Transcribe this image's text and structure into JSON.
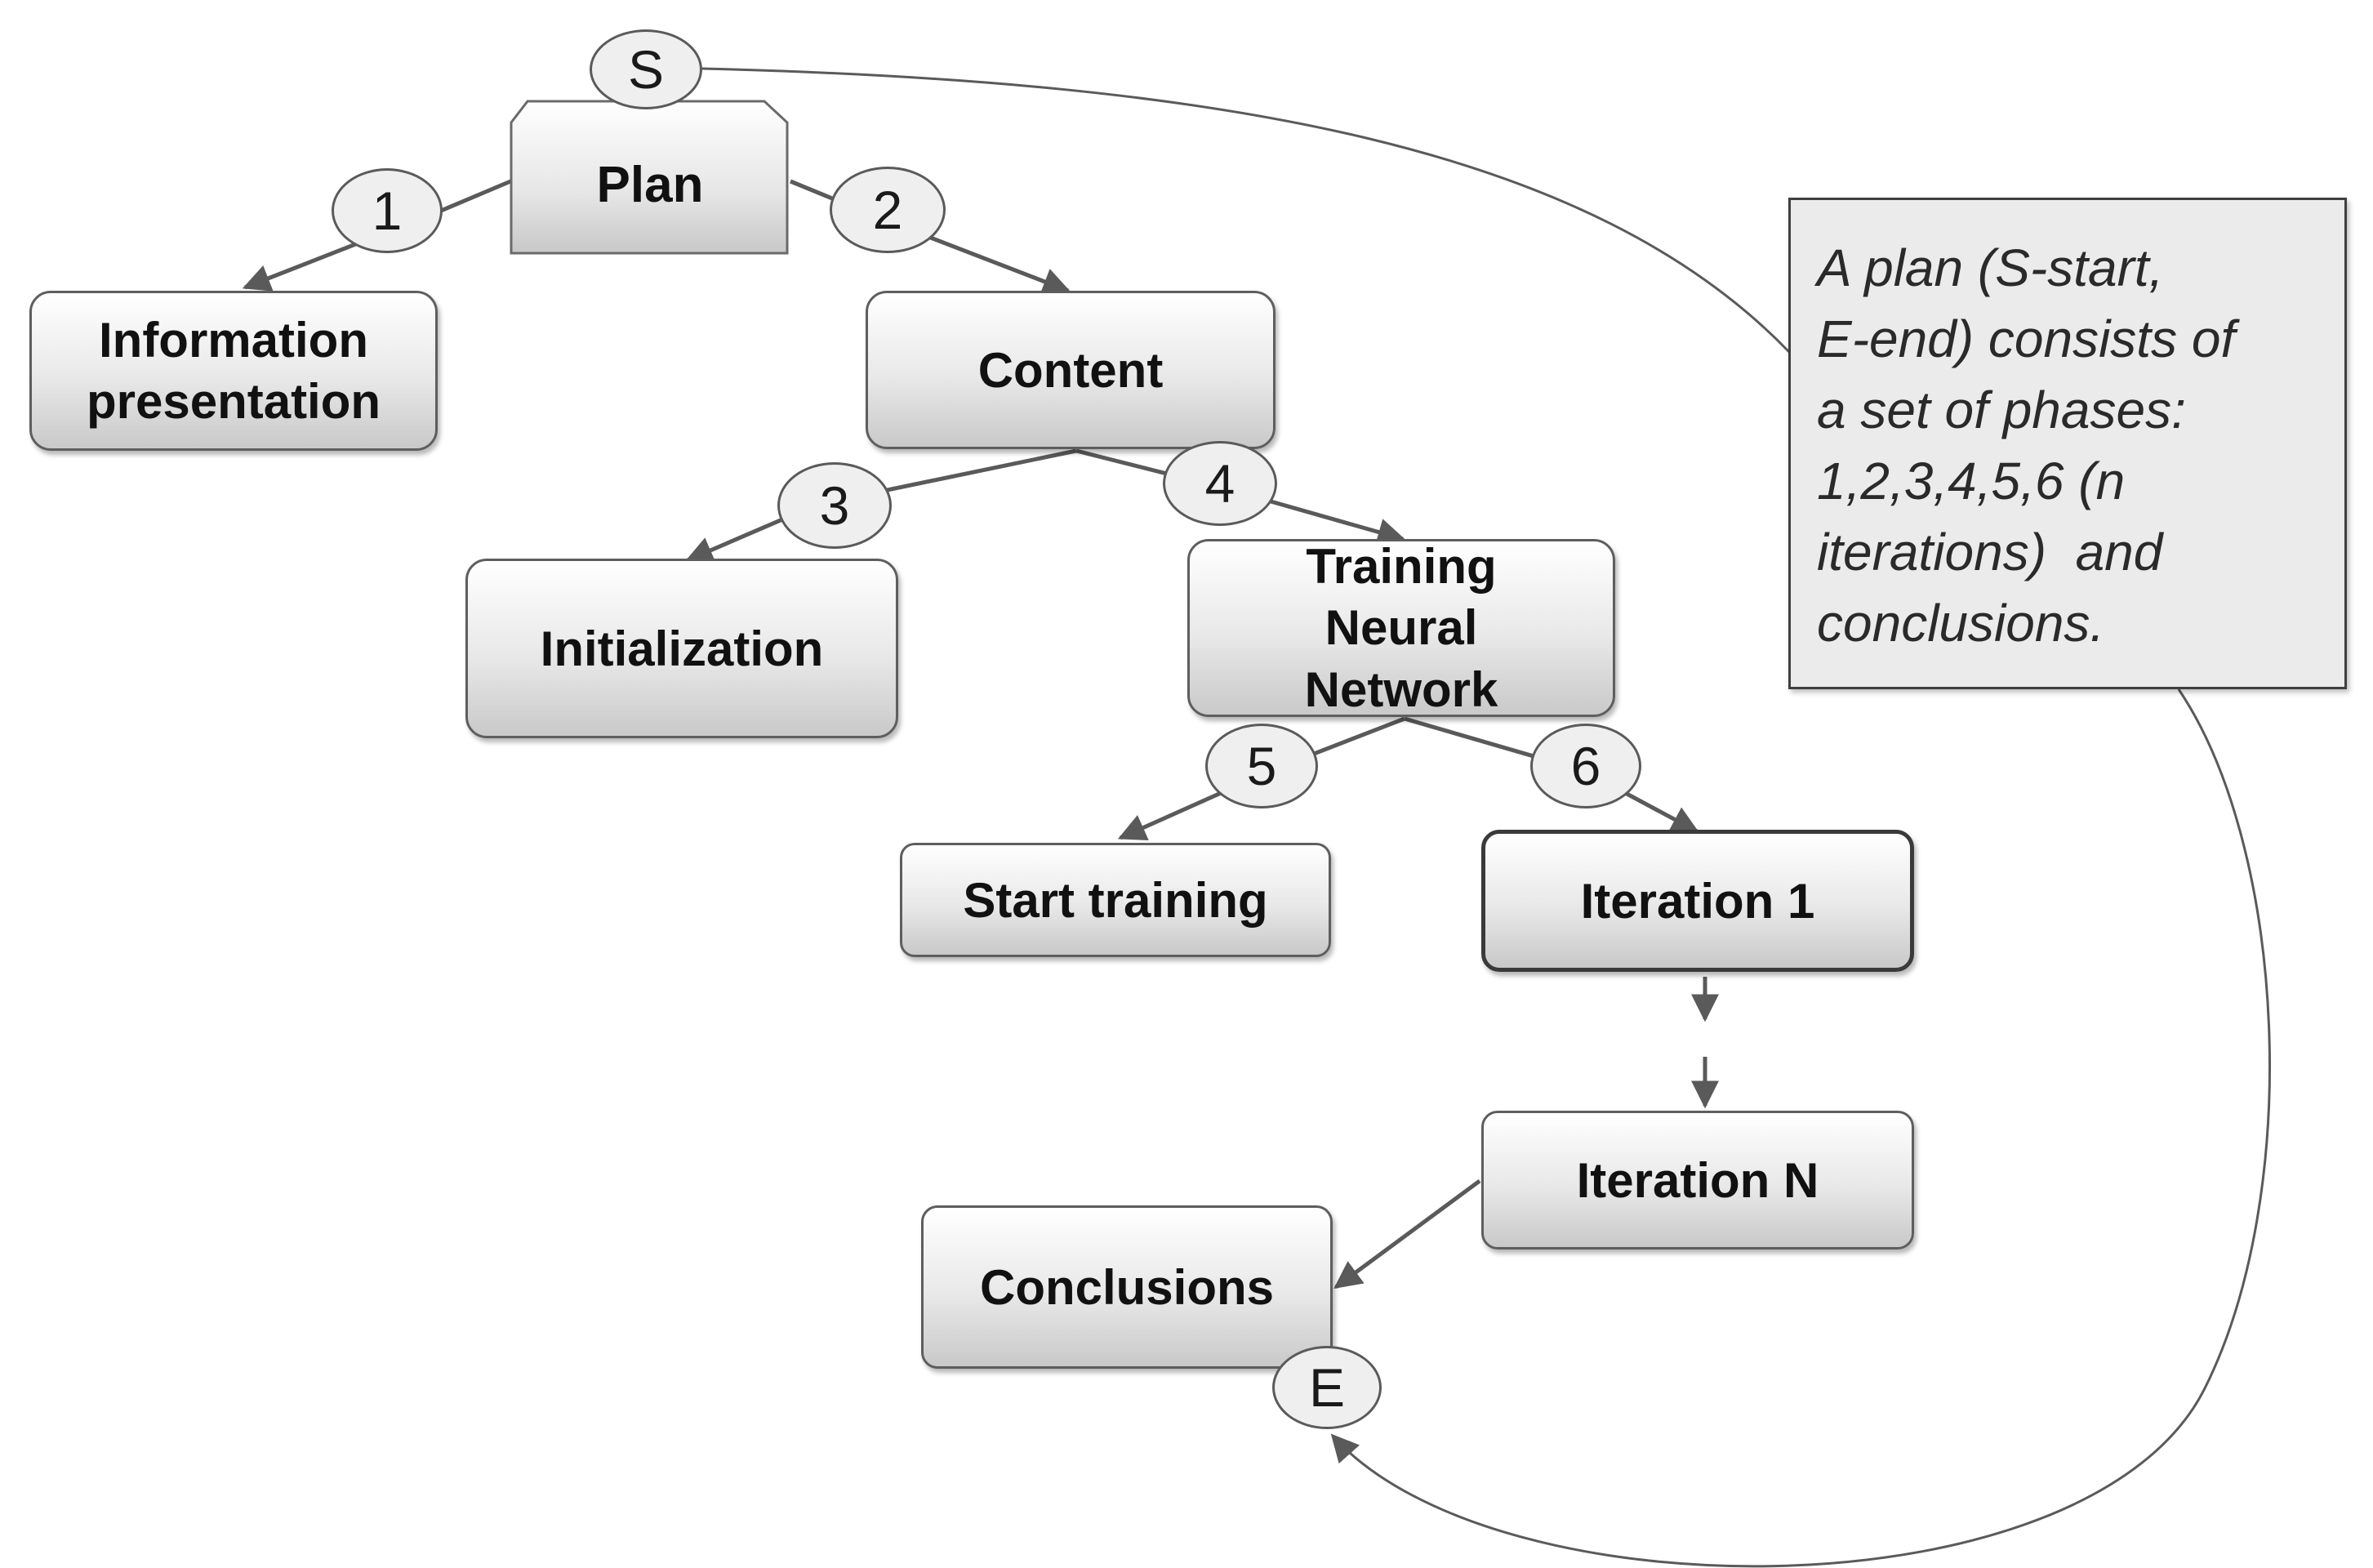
{
  "nodes": {
    "plan": "Plan",
    "info_line1": "Information",
    "info_line2": "presentation",
    "content": "Content",
    "initialization": "Initialization",
    "training_line1": "Training",
    "training_line2": "Neural",
    "training_line3": "Network",
    "start_training": "Start training",
    "iteration1": "Iteration 1",
    "iterationN": "Iteration N",
    "conclusions": "Conclusions"
  },
  "badges": {
    "start": "S",
    "end": "E",
    "phase1": "1",
    "phase2": "2",
    "phase3": "3",
    "phase4": "4",
    "phase5": "5",
    "phase6": "6"
  },
  "note": {
    "line1": "A plan (S-start,",
    "line2": "E-end) consists of",
    "line3": "a set of phases:",
    "line4": "1,2,3,4,5,6 (n",
    "line5": "iterations)  and",
    "line6": "conclusions."
  }
}
